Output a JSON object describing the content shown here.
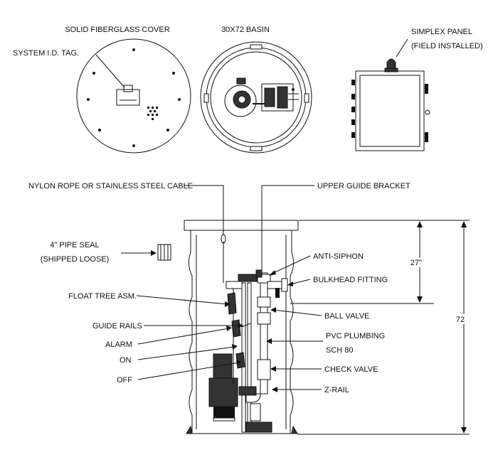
{
  "top_labels": {
    "cover": "SOLID FIBERGLASS COVER",
    "basin": "30X72 BASIN",
    "system_tag": "SYSTEM I.D. TAG.",
    "panel_line1": "SIMPLEX PANEL",
    "panel_line2": "(FIELD INSTALLED)"
  },
  "callouts": {
    "rope": "NYLON ROPE OR STAINLESS STEEL CABLE",
    "upper_guide": "UPPER GUIDE BRACKET",
    "pipe_seal_line1": "4\" PIPE SEAL",
    "pipe_seal_line2": "(SHIPPED LOOSE)",
    "anti_siphon": "ANTI-SIPHON",
    "bulkhead": "BULKHEAD FITTING",
    "float_tree": "FLOAT TREE ASM.",
    "ball_valve": "BALL VALVE",
    "guide_rails": "GUIDE RAILS",
    "pvc_line1": "PVC PLUMBING",
    "pvc_line2": "SCH 80",
    "alarm": "ALARM",
    "on": "ON",
    "check_valve": "CHECK VALVE",
    "off": "OFF",
    "zrail": "Z-RAIL"
  },
  "dimensions": {
    "inlet_depth": "27\"",
    "basin_height": "72"
  }
}
